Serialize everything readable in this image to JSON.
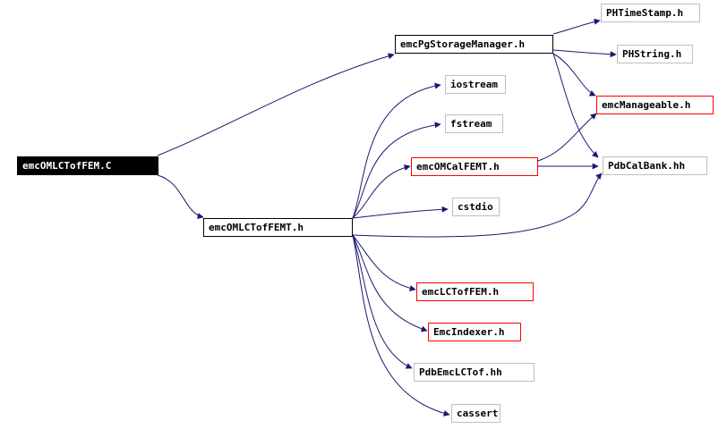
{
  "diagram": {
    "nodes": {
      "root": "emcOMLCTofFEM.C",
      "emcOMLCTofFEMT": "emcOMLCTofFEMT.h",
      "emcPgStorageManager": "emcPgStorageManager.h",
      "PHTimeStamp": "PHTimeStamp.h",
      "PHString": "PHString.h",
      "emcManageable": "emcManageable.h",
      "PdbCalBank": "PdbCalBank.hh",
      "iostream": "iostream",
      "fstream": "fstream",
      "emcOMCalFEMT": "emcOMCalFEMT.h",
      "cstdio": "cstdio",
      "emcLCTofFEM": "emcLCTofFEM.h",
      "EmcIndexer": "EmcIndexer.h",
      "PdbEmcLCTof": "PdbEmcLCTof.hh",
      "cassert": "cassert"
    },
    "colors": {
      "edge": "#191970",
      "root_fill": "#000000",
      "missing_border": "#bfbfbf",
      "external_border": "#ff0000"
    }
  }
}
